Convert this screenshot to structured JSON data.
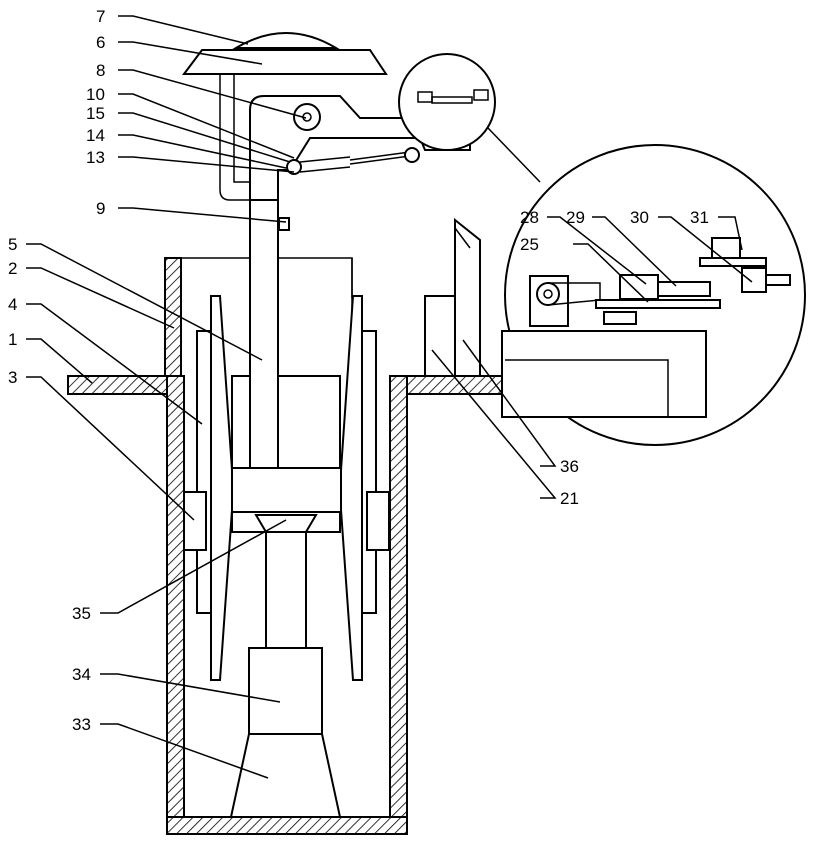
{
  "labels": {
    "l1": "1",
    "l2": "2",
    "l3": "3",
    "l4": "4",
    "l5": "5",
    "l6": "6",
    "l7": "7",
    "l8": "8",
    "l9": "9",
    "l10": "10",
    "l13": "13",
    "l14": "14",
    "l15": "15",
    "l21": "21",
    "l25": "25",
    "l28": "28",
    "l29": "29",
    "l30": "30",
    "l31": "31",
    "l33": "33",
    "l34": "34",
    "l35": "35",
    "l36": "36"
  }
}
